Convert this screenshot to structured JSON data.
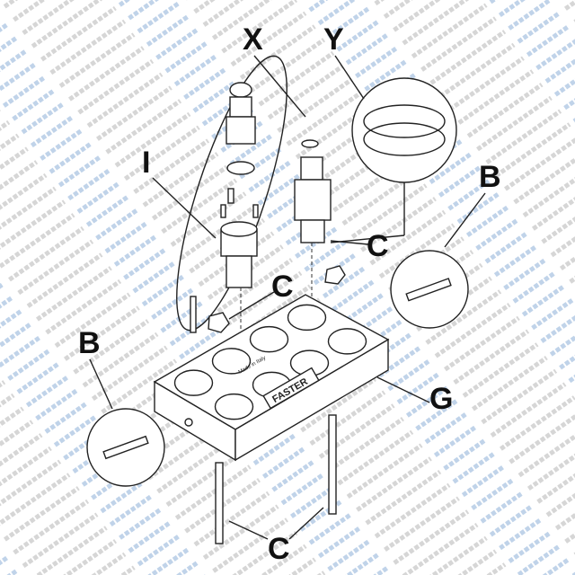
{
  "watermark": {
    "word1": "Schwarzfischer",
    "word2": "Hydraulik",
    "color1": "#8a8a8a",
    "color2": "#4a7fc0"
  },
  "labels": {
    "x": "X",
    "y": "Y",
    "i": "I",
    "b_right": "B",
    "b_left": "B",
    "c_valve": "C",
    "c_nut": "C",
    "c_bottom": "C",
    "g": "G"
  },
  "block": {
    "brand": "FASTER",
    "engraving": "Made in Italy"
  },
  "line_color": "#222222"
}
